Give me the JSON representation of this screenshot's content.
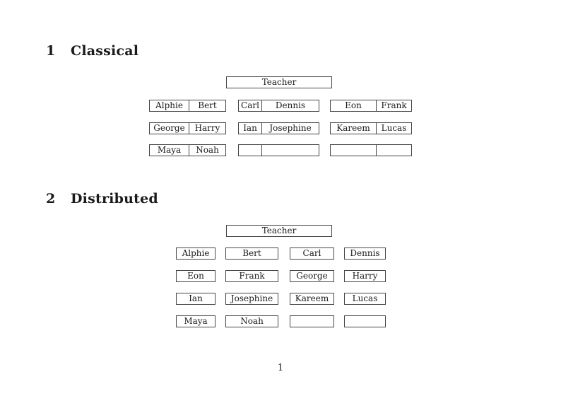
{
  "page": {
    "background": "#ffffff",
    "ink_color": "#1a1a1a",
    "border_color": "#454545",
    "page_number": "1"
  },
  "sections": {
    "classical": {
      "number": "1",
      "title": "Classical",
      "teacher_label": "Teacher",
      "rows": [
        [
          [
            "Alphie",
            "Bert"
          ],
          [
            "Carl",
            "Dennis"
          ],
          [
            "Eon",
            "Frank"
          ]
        ],
        [
          [
            "George",
            "Harry"
          ],
          [
            "Ian",
            "Josephine"
          ],
          [
            "Kareem",
            "Lucas"
          ]
        ],
        [
          [
            "Maya",
            "Noah"
          ],
          [
            "",
            ""
          ],
          [
            "",
            ""
          ]
        ]
      ]
    },
    "distributed": {
      "number": "2",
      "title": "Distributed",
      "teacher_label": "Teacher",
      "rows": [
        [
          "Alphie",
          "Bert",
          "Carl",
          "Dennis"
        ],
        [
          "Eon",
          "Frank",
          "George",
          "Harry"
        ],
        [
          "Ian",
          "Josephine",
          "Kareem",
          "Lucas"
        ],
        [
          "Maya",
          "Noah",
          "",
          ""
        ]
      ]
    }
  }
}
